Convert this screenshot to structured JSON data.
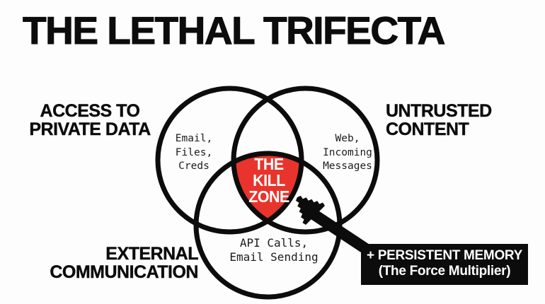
{
  "title": "THE LETHAL TRIFECTA",
  "colors": {
    "background": "#fdfdfd",
    "ink": "#0c0c0c",
    "kill_zone_red": "#e8342c",
    "label_text": "#ffffff",
    "mono_text": "#1c1c1c"
  },
  "venn": {
    "private_data": {
      "label": "ACCESS TO\nPRIVATE DATA",
      "contents": "Email,\nFiles,\nCreds"
    },
    "untrusted_content": {
      "label": "UNTRUSTED\nCONTENT",
      "contents": "Web,\nIncoming\nMessages"
    },
    "external_communication": {
      "label": "EXTERNAL\nCOMMUNICATION",
      "contents": "API Calls,\nEmail Sending"
    },
    "kill_zone_label": "THE\nKILL\nZONE"
  },
  "callout": {
    "line1": "+ PERSISTENT MEMORY",
    "line2": "(The Force Multiplier)"
  }
}
